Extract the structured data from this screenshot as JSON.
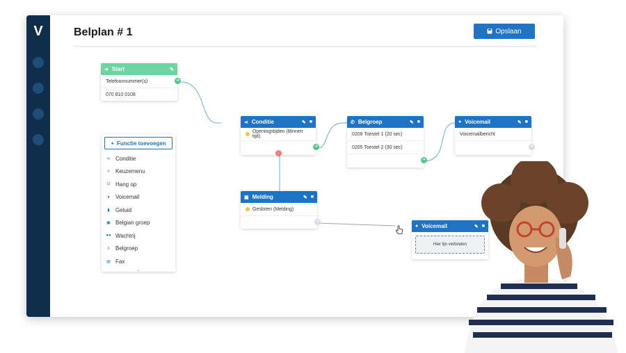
{
  "app": {
    "title": "Belplan # 1",
    "save_label": "Opslaan",
    "logo_letter": "V"
  },
  "colors": {
    "sidebar": "#0f2e4a",
    "accent": "#1f73c4",
    "start_node": "#6fd3a3",
    "port_out": "#52c98a",
    "port_fail": "#ec7a7a"
  },
  "nodes": {
    "start": {
      "title": "Start",
      "icon": "login-icon",
      "rows": [
        "Telefoonnummer(s)",
        "070 810 0108"
      ]
    },
    "conditie": {
      "title": "Conditie",
      "icon": "share-icon",
      "rows": [
        "Openingstijden (Binnen tijd)"
      ]
    },
    "belgroep": {
      "title": "Belgroep",
      "icon": "phone-icon",
      "rows": [
        "0209 Toestel 1 (20 sec)",
        "0205 Toestel 2 (30 sec)"
      ]
    },
    "voicemail1": {
      "title": "Voicemail",
      "icon": "mic-icon",
      "rows": [
        "Voicemailbericht"
      ]
    },
    "melding": {
      "title": "Melding",
      "icon": "save-icon",
      "rows": [
        "Gesloten (Melding)"
      ]
    },
    "voicemail2": {
      "title": "Voicemail",
      "icon": "mic-icon",
      "dropzone": "Hier lijn verbinden"
    }
  },
  "functions": {
    "add_label": "Functie toevoegen",
    "items": [
      {
        "label": "Conditie",
        "icon": "share-icon"
      },
      {
        "label": "Keuzemenu",
        "icon": "menu-icon"
      },
      {
        "label": "Hang op",
        "icon": "power-icon"
      },
      {
        "label": "Voicemail",
        "icon": "mic-icon"
      },
      {
        "label": "Geluid",
        "icon": "file-icon"
      },
      {
        "label": "Belgian groep",
        "icon": "save-icon"
      },
      {
        "label": "Wachtrij",
        "icon": "users-icon"
      },
      {
        "label": "Belgroep",
        "icon": "menu-icon"
      },
      {
        "label": "Fax",
        "icon": "fax-icon"
      }
    ]
  }
}
